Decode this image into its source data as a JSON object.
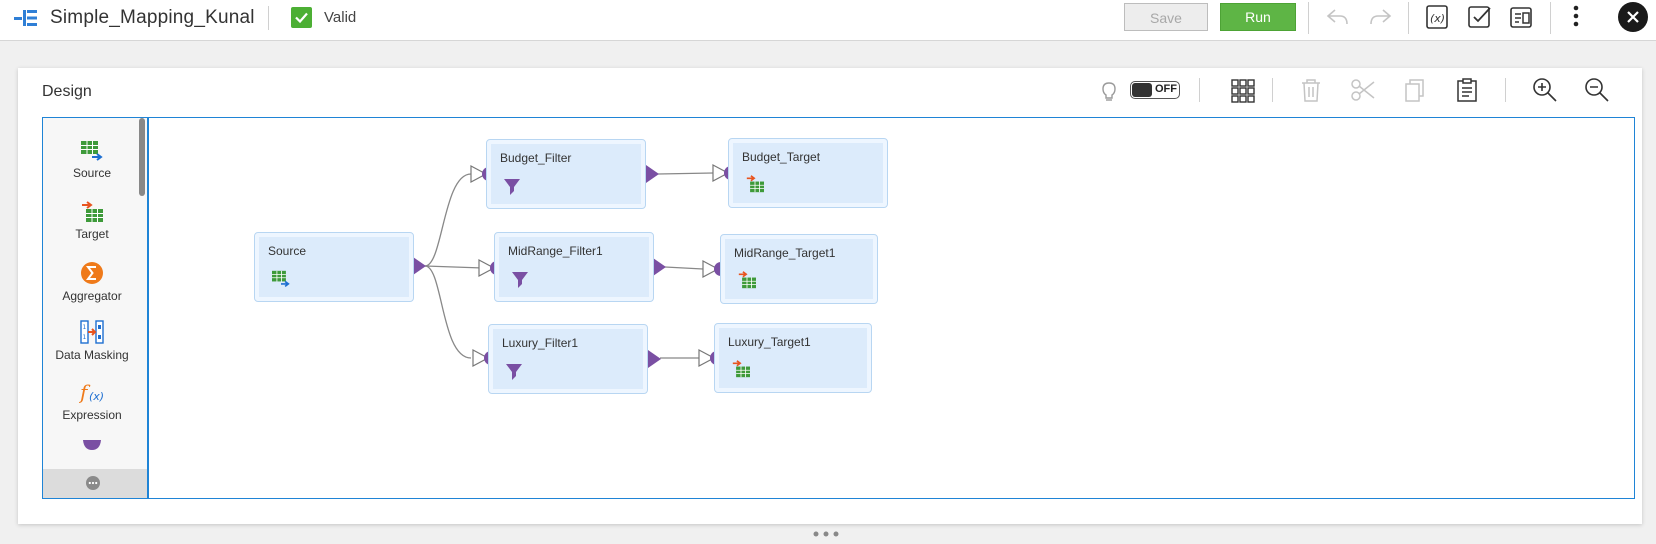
{
  "header": {
    "title": "Simple_Mapping_Kunal",
    "valid_label": "Valid",
    "save_label": "Save",
    "run_label": "Run",
    "accent_run": "#5eb545",
    "accent_valid": "#4caf34"
  },
  "design": {
    "title": "Design",
    "toggle_label": "OFF",
    "border_color": "#1f84d6"
  },
  "palette": {
    "items": [
      {
        "label": "Source",
        "icon": "source-icon"
      },
      {
        "label": "Target",
        "icon": "target-icon"
      },
      {
        "label": "Aggregator",
        "icon": "sigma-icon"
      },
      {
        "label": "Data Masking",
        "icon": "data-masking-icon"
      },
      {
        "label": "Expression",
        "icon": "function-icon"
      }
    ]
  },
  "nodes": {
    "source": "Source",
    "budget_filter": "Budget_Filter",
    "midrange_filter": "MidRange_Filter1",
    "luxury_filter": "Luxury_Filter1",
    "budget_target": "Budget_Target",
    "midrange_target": "MidRange_Target1",
    "luxury_target": "Luxury_Target1"
  }
}
